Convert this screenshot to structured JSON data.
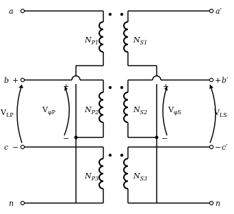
{
  "terminals": {
    "primary": [
      {
        "id": "a",
        "name": "a"
      },
      {
        "id": "b",
        "name": "b",
        "sign": "+"
      },
      {
        "id": "c",
        "name": "c",
        "sign": "−"
      },
      {
        "id": "n",
        "name": "n"
      }
    ],
    "secondary": [
      {
        "id": "a2",
        "name": "a′"
      },
      {
        "id": "b2",
        "name": "b′",
        "sign": "+"
      },
      {
        "id": "c2",
        "name": "c′",
        "sign": "−"
      },
      {
        "id": "n2",
        "name": "n"
      }
    ]
  },
  "windings": {
    "primary": [
      {
        "base": "N",
        "sub": "P1"
      },
      {
        "base": "N",
        "sub": "P2"
      },
      {
        "base": "N",
        "sub": "P3"
      }
    ],
    "secondary": [
      {
        "base": "N",
        "sub": "S1"
      },
      {
        "base": "N",
        "sub": "S2"
      },
      {
        "base": "N",
        "sub": "S3"
      }
    ]
  },
  "voltages": {
    "line_primary": {
      "base": "V",
      "sub": "LP"
    },
    "phase_primary": {
      "base": "V",
      "sub": "φP"
    },
    "phase_secondary": {
      "base": "V",
      "sub": "φS"
    },
    "line_secondary": {
      "base": "V",
      "sub": "LS"
    }
  },
  "polarity": {
    "plus": "+",
    "minus": "−"
  }
}
